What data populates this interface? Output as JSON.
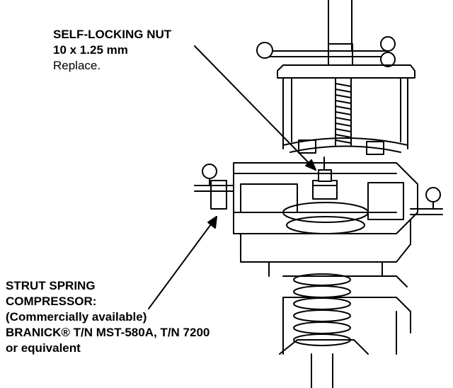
{
  "callouts": {
    "nut": {
      "name": "SELF-LOCKING NUT",
      "size": "10 x 1.25 mm",
      "note": "Replace."
    },
    "tool": {
      "name": "STRUT SPRING",
      "name2": "COMPRESSOR:",
      "detail1": "(Commercially available)",
      "detail2": "BRANICK® T/N MST-580A, T/N 7200",
      "detail3": "or equivalent"
    }
  },
  "colors": {
    "ink": "#000000",
    "paper": "#ffffff"
  }
}
